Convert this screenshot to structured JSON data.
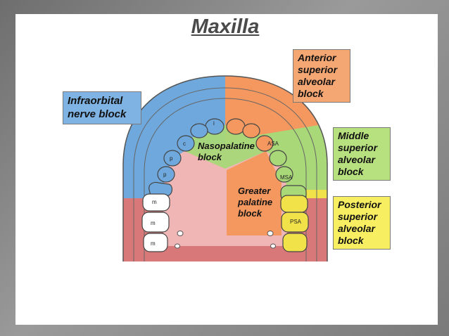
{
  "title": "Maxilla",
  "callouts": {
    "infraorbital": [
      "Infraorbital",
      "nerve block"
    ],
    "asa": [
      "Anterior",
      "superior",
      "alveolar",
      "block"
    ],
    "msa": [
      "Middle",
      "superior",
      "alveolar",
      "block"
    ],
    "psa": [
      "Posterior",
      "superior",
      "alveolar",
      "block"
    ]
  },
  "regions": {
    "nasopalatine": [
      "Nasopalatine",
      "block"
    ],
    "greater_palatine": [
      "Greater",
      "palatine",
      "block"
    ]
  },
  "tooth_labels": {
    "incisor": "i",
    "canine": "c",
    "premolar": "p",
    "molar": "m"
  },
  "zone_tags": {
    "asa": "ASA",
    "msa": "MSA",
    "psa": "PSA"
  },
  "colors": {
    "infraorbital": "#6fa8dc",
    "asa": "#f59860",
    "msa": "#a8d878",
    "psa": "#f2e24a",
    "palate": "#f0b5b5",
    "palate_lower": "#d97878"
  }
}
